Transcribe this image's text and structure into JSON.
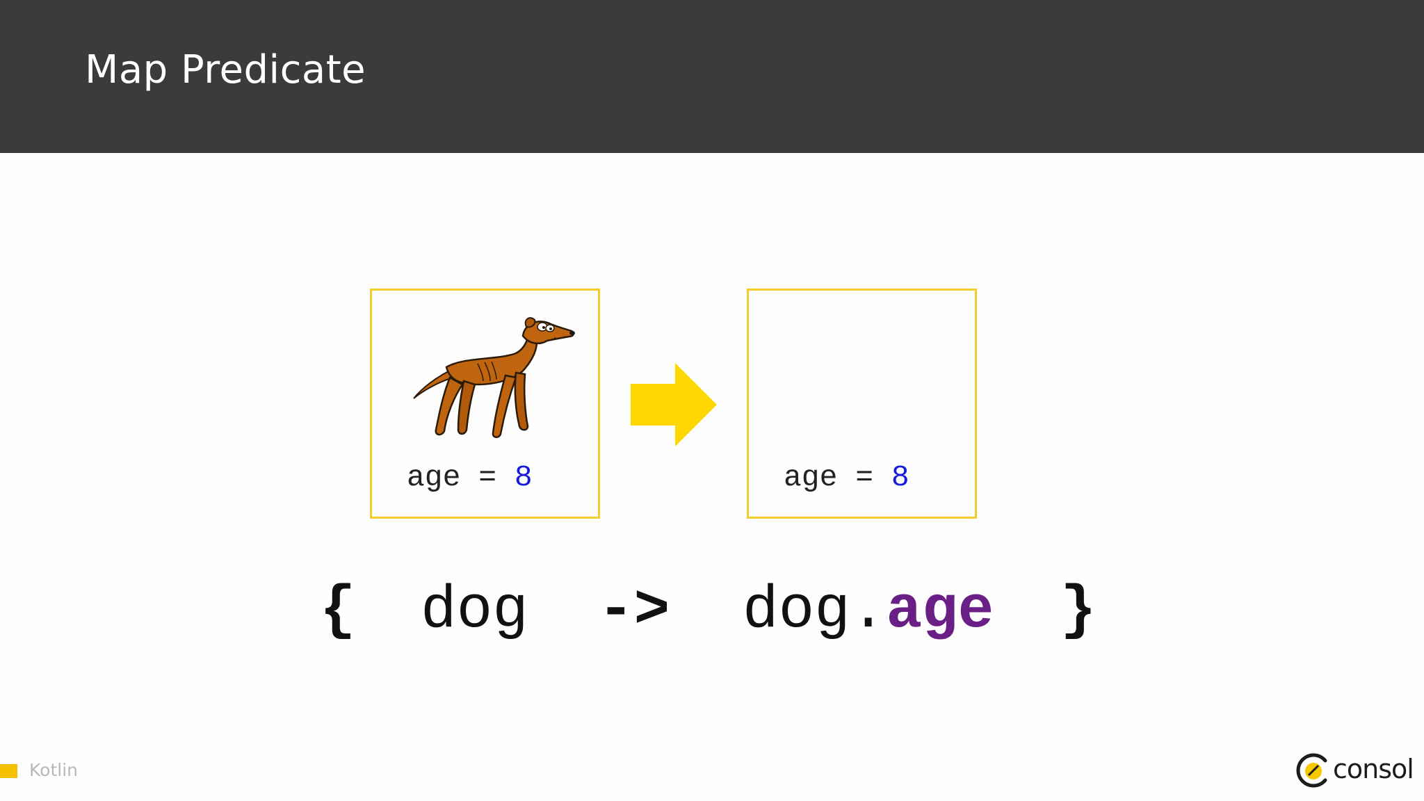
{
  "slide": {
    "title": "Map Predicate"
  },
  "left_card": {
    "image": "dog-cartoon",
    "field": "age",
    "equals": "=",
    "value": "8"
  },
  "right_card": {
    "field": "age",
    "equals": "=",
    "value": "8"
  },
  "transform_arrow": {
    "icon": "right-arrow-icon",
    "color": "#ffd700"
  },
  "lambda": {
    "open_brace": "{",
    "param": "dog",
    "arrow": "->",
    "receiver": "dog.",
    "property": "age",
    "close_brace": "}"
  },
  "footer": {
    "label": "Kotlin",
    "accent_color": "#f5c000"
  },
  "logo": {
    "text": "consol"
  },
  "colors": {
    "header_bg": "#3a3b3c",
    "card_border": "#f5cd2a",
    "number_blue": "#1a1adc",
    "property_purple": "#6a1f86"
  }
}
